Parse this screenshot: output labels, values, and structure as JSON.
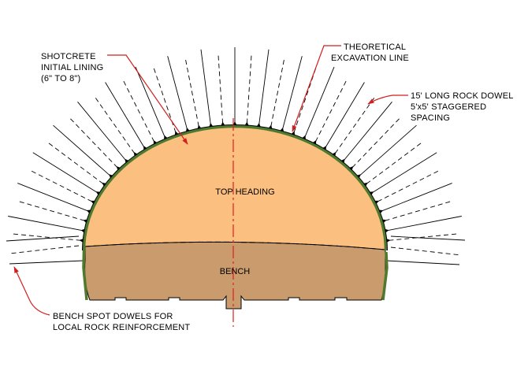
{
  "labels": {
    "shotcrete": [
      "SHOTCRETE",
      "INITIAL LINING",
      "(6\" TO 8\")"
    ],
    "excavation": [
      "THEORETICAL",
      "EXCAVATION LINE"
    ],
    "dowel": [
      "15' LONG ROCK DOWEL",
      "5'x5' STAGGERED",
      "SPACING"
    ],
    "bench_dowels": [
      "BENCH SPOT DOWELS FOR",
      "LOCAL ROCK REINFORCEMENT"
    ],
    "top_heading": "TOP HEADING",
    "bench": "BENCH"
  },
  "colors": {
    "top_heading_fill": "#fbbf7f",
    "bench_fill": "#c99b6d",
    "lining": "#4f7a2e",
    "leader": "#d21f1f",
    "centerline": "#e02020",
    "dowel": "#000000"
  },
  "icons": {
    "leader_arrow": "arrow-head-icon",
    "dowel_plate": "triangle-plate-icon"
  }
}
